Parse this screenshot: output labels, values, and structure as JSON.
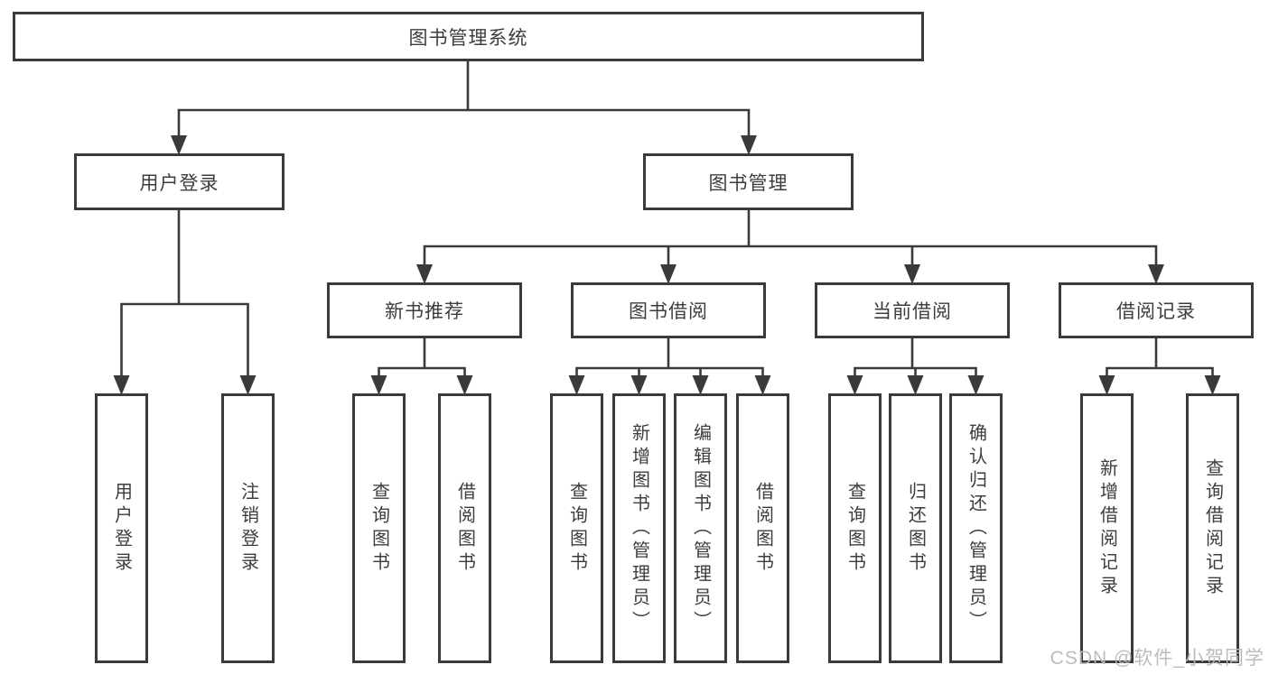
{
  "title": "图书管理系统",
  "tree": {
    "root": {
      "label": "图书管理系统"
    },
    "branches": [
      {
        "label": "用户登录",
        "children": [
          "用户登录",
          "注销登录"
        ]
      },
      {
        "label": "图书管理",
        "children": [
          {
            "label": "新书推荐",
            "children": [
              "查询图书",
              "借阅图书"
            ]
          },
          {
            "label": "图书借阅",
            "children": [
              "查询图书",
              "新增图书（管理员）",
              "编辑图书（管理员）",
              "借阅图书"
            ]
          },
          {
            "label": "当前借阅",
            "children": [
              "查询图书",
              "归还图书",
              "确认归还（管理员）"
            ]
          },
          {
            "label": "借阅记录",
            "children": [
              "新增借阅记录",
              "查询借阅记录"
            ]
          }
        ]
      }
    ]
  },
  "watermark": {
    "text": "CSDN @软件_小贺同学"
  },
  "colors": {
    "line": "#3a3a3a",
    "box_border": "#3a3a3a",
    "text": "#3d3d3d",
    "watermark": "#b8b8b8",
    "background": "#ffffff"
  }
}
